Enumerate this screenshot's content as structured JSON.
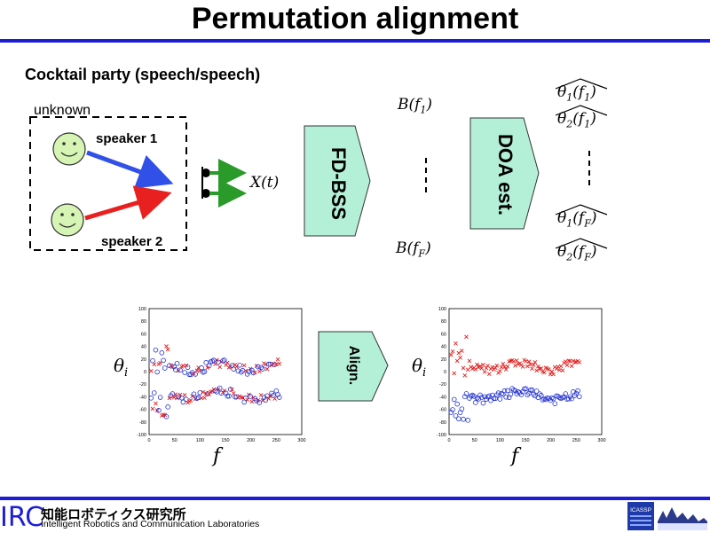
{
  "slide": {
    "title": "Permutation alignment",
    "subtitle": "Cocktail party (speech/speech)",
    "unknown_label": "unknown",
    "speaker1_label": "speaker 1",
    "speaker2_label": "speaker 2",
    "mix_label": "X(t)",
    "bss_label": "FD-BSS",
    "doa_label": "DOA est.",
    "align_label": "Align.",
    "b_top": "B(f",
    "b_top_sub": "1",
    "b_bottom": "B(f",
    "b_bottom_sub": "F",
    "theta_labels": [
      {
        "main": "θ",
        "sub1": "1",
        "arg": "(f",
        "sub2": "1",
        "close": ")"
      },
      {
        "main": "θ",
        "sub1": "2",
        "arg": "(f",
        "sub2": "1",
        "close": ")"
      },
      {
        "main": "θ",
        "sub1": "1",
        "arg": "(f",
        "sub2": "F",
        "close": ")"
      },
      {
        "main": "θ",
        "sub1": "2",
        "arg": "(f",
        "sub2": "F",
        "close": ")"
      }
    ],
    "plot_ylabel": "θ",
    "plot_ylabel_sub": "i",
    "plot_xlabel": "f"
  },
  "footer": {
    "logo": "IRC",
    "lab_jp": "知能ロボティクス研究所",
    "lab_en": "Intelligent Robotics and Communication Laboratories",
    "badge": "ICASSP"
  },
  "colors": {
    "accent_blue": "#1d1dd6",
    "block_fill": "#b4f0d8",
    "face": "#d6f5b4",
    "arrow_blue": "#3050e8",
    "arrow_red": "#e82020",
    "arrow_green": "#2a9a2a",
    "series_red": "#e02020",
    "series_blue": "#2030d0"
  },
  "chart_data": [
    {
      "type": "scatter",
      "title": "",
      "xlabel": "f",
      "ylabel": "θ_i",
      "xlim": [
        0,
        300
      ],
      "ylim": [
        -100,
        100
      ],
      "xticks": [
        0,
        50,
        100,
        150,
        200,
        250,
        300
      ],
      "yticks": [
        100,
        80,
        60,
        40,
        20,
        0,
        -20,
        -40,
        -60,
        -80,
        -100
      ],
      "series": [
        {
          "marker": "x",
          "color": "#e02020",
          "mixing": "unaligned"
        },
        {
          "marker": "o",
          "color": "#2030d0",
          "mixing": "unaligned"
        }
      ]
    },
    {
      "type": "scatter",
      "title": "",
      "xlabel": "f",
      "ylabel": "θ_i",
      "xlim": [
        0,
        300
      ],
      "ylim": [
        -100,
        100
      ],
      "xticks": [
        0,
        50,
        100,
        150,
        200,
        250,
        300
      ],
      "yticks": [
        100,
        80,
        60,
        40,
        20,
        0,
        -20,
        -40,
        -60,
        -80,
        -100
      ],
      "series": [
        {
          "marker": "x",
          "color": "#e02020",
          "mixing": "aligned"
        },
        {
          "marker": "o",
          "color": "#2030d0",
          "mixing": "aligned"
        }
      ]
    }
  ]
}
